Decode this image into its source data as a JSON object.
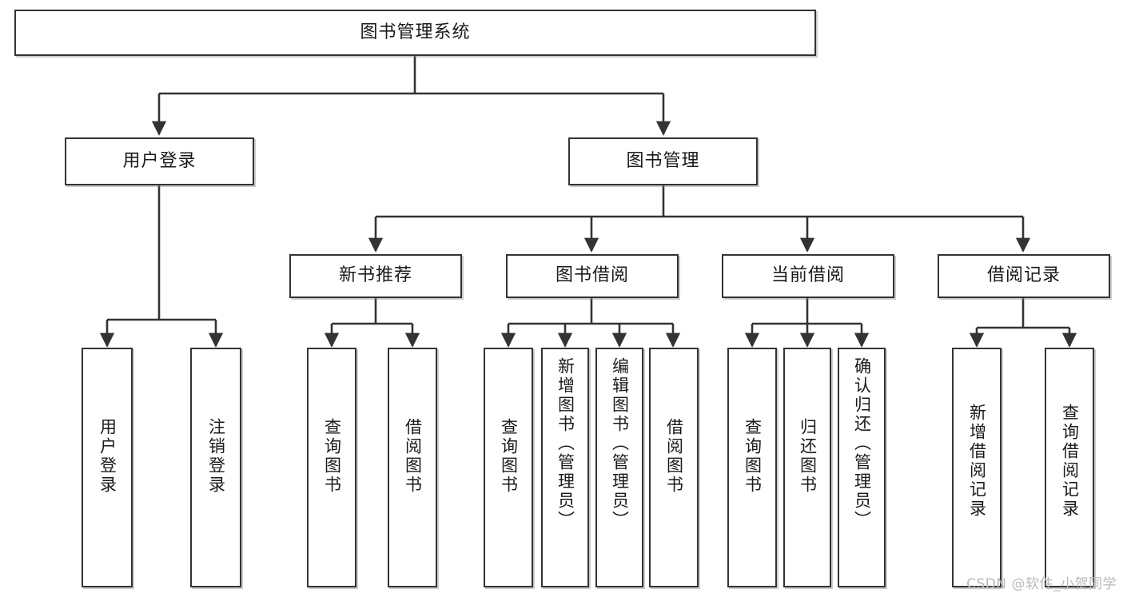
{
  "diagram": {
    "type": "tree-hierarchy",
    "title": "图书管理系统",
    "background_color": "#ffffff",
    "box_border_color": "#333333",
    "text_color": "#1a1a1a",
    "connector_color": "#333333",
    "root": {
      "label": "图书管理系统",
      "orientation": "horizontal"
    },
    "level2": [
      {
        "label": "用户登录",
        "orientation": "horizontal"
      },
      {
        "label": "图书管理",
        "orientation": "horizontal"
      }
    ],
    "level3": [
      {
        "label": "新书推荐",
        "orientation": "horizontal"
      },
      {
        "label": "图书借阅",
        "orientation": "horizontal"
      },
      {
        "label": "当前借阅",
        "orientation": "horizontal"
      },
      {
        "label": "借阅记录",
        "orientation": "horizontal"
      }
    ],
    "leaves": {
      "user_login": [
        {
          "label": "用户登录",
          "orientation": "vertical"
        },
        {
          "label": "注销登录",
          "orientation": "vertical"
        }
      ],
      "new_book_recommend": [
        {
          "label": "查询图书",
          "orientation": "vertical"
        },
        {
          "label": "借阅图书",
          "orientation": "vertical"
        }
      ],
      "book_borrow": [
        {
          "label": "查询图书",
          "orientation": "vertical"
        },
        {
          "label": "新增图书（管理员）",
          "orientation": "vertical"
        },
        {
          "label": "编辑图书（管理员）",
          "orientation": "vertical"
        },
        {
          "label": "借阅图书",
          "orientation": "vertical"
        }
      ],
      "current_borrow": [
        {
          "label": "查询图书",
          "orientation": "vertical"
        },
        {
          "label": "归还图书",
          "orientation": "vertical"
        },
        {
          "label": "确认归还（管理员）",
          "orientation": "vertical"
        }
      ],
      "borrow_record": [
        {
          "label": "新增借阅记录",
          "orientation": "vertical"
        },
        {
          "label": "查询借阅记录",
          "orientation": "vertical"
        }
      ]
    },
    "watermark": "CSDN @软件_小贺同学"
  }
}
